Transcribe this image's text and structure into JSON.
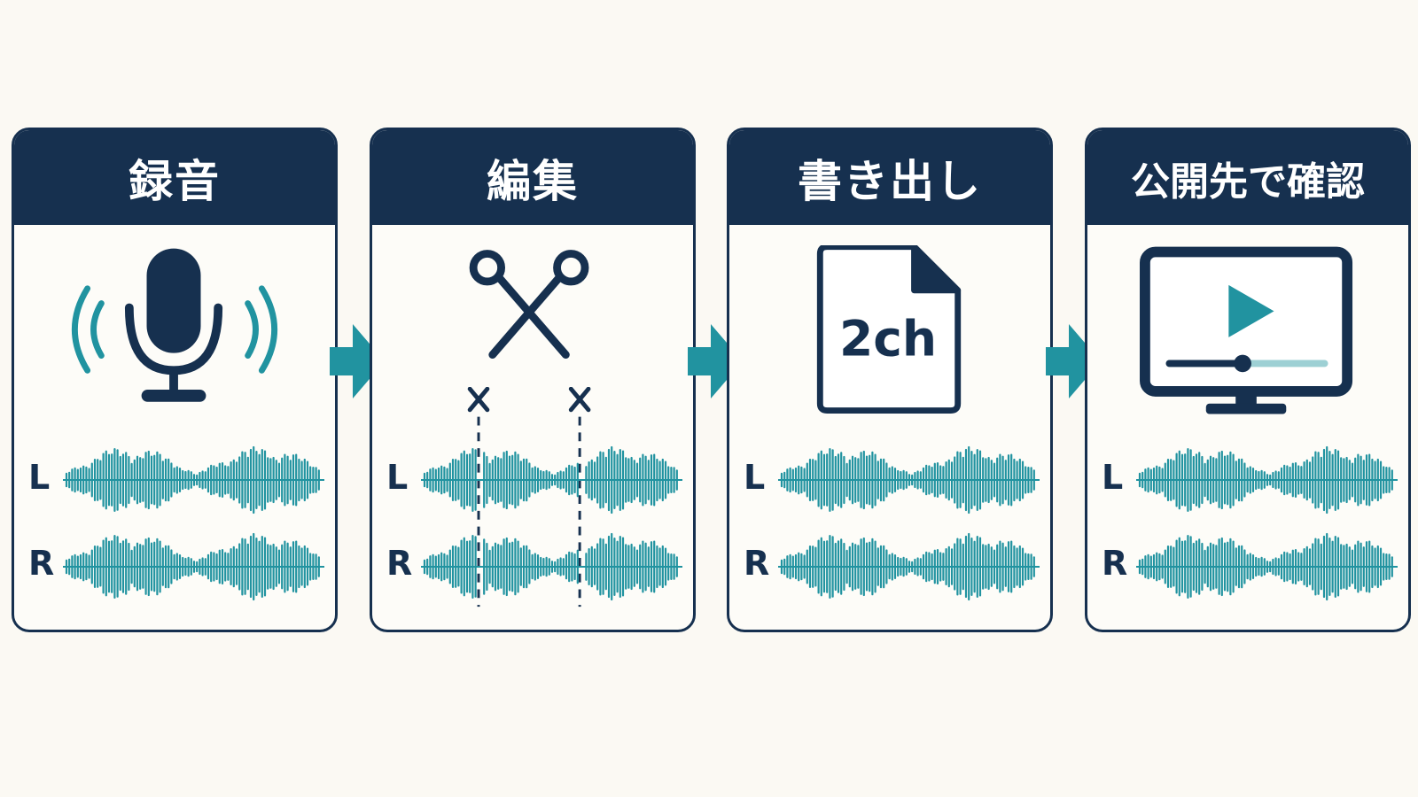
{
  "steps": [
    {
      "title": "録音"
    },
    {
      "title": "編集"
    },
    {
      "title": "書き出し",
      "file_badge": "2ch"
    },
    {
      "title": "公開先で確認"
    }
  ],
  "channels": {
    "left": "L",
    "right": "R"
  },
  "colors": {
    "navy": "#16304f",
    "teal": "#2193a0",
    "teal_light": "#9dd0d4",
    "background": "#fbf9f3"
  },
  "icons": [
    "microphone-icon",
    "scissors-icon",
    "file-icon",
    "monitor-play-icon",
    "arrow-right-icon"
  ]
}
